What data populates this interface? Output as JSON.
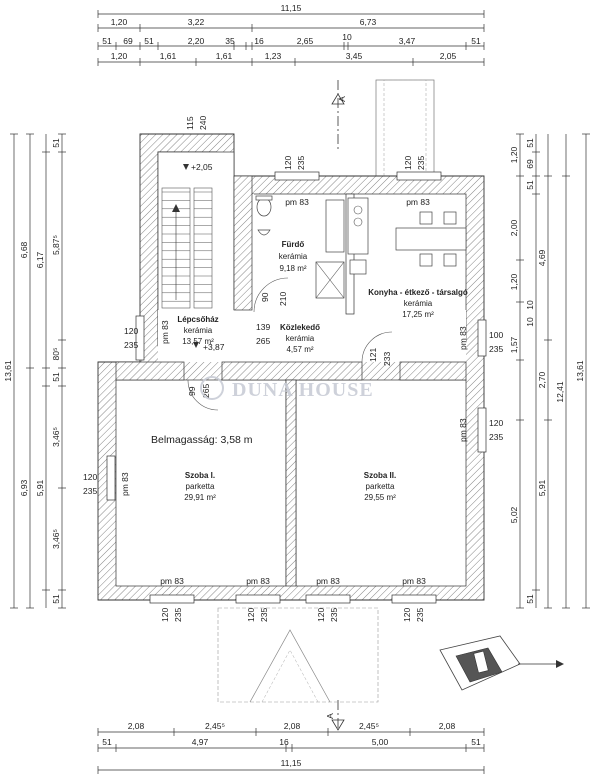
{
  "dims_top": {
    "row1": [
      "11,15"
    ],
    "row2": [
      "1,20",
      "3,22",
      "6,73"
    ],
    "row3": [
      "51",
      "69",
      "51",
      "2,20",
      "35",
      "16",
      "2,65",
      "10",
      "3,47",
      "51"
    ],
    "row4": [
      "1,20",
      "1,61",
      "1,61",
      "1,23",
      "3,45",
      "2,05"
    ]
  },
  "dims_bottom": {
    "row1": [
      "2,08",
      "2,45⁵",
      "2,08",
      "2,45⁵",
      "2,08"
    ],
    "row2": [
      "51",
      "4,97",
      "16",
      "5,00",
      "51"
    ],
    "row3": [
      "11,15"
    ]
  },
  "dims_left": {
    "outer": [
      "13,61"
    ],
    "mid1": [
      "6,68",
      "6,93"
    ],
    "mid2": [
      "6,17",
      "5,91"
    ],
    "inner": [
      "51",
      "5,87⁵",
      "80⁵",
      "51",
      "3,46⁵",
      "3,46⁵",
      "51"
    ]
  },
  "dims_right": {
    "outer": [
      "13,61"
    ],
    "mid1": [
      "12,41"
    ],
    "mid2": [
      "4,69",
      "2,70",
      "5,91"
    ],
    "mid3": [
      "1,20",
      "2,00",
      "1,20",
      "1,57",
      "5,02"
    ],
    "inner": [
      "51",
      "69",
      "51",
      "10",
      "10",
      "51"
    ]
  },
  "openings": {
    "chimney": [
      "115",
      "240"
    ],
    "bath_window": [
      "120",
      "235",
      "pm 83"
    ],
    "kitchen_window": [
      "120",
      "235",
      "pm 83"
    ],
    "stair_left": [
      "120",
      "235",
      "pm 83"
    ],
    "kitchen_right": [
      "100",
      "235",
      "pm 83"
    ],
    "room1_left": [
      "120",
      "235",
      "pm 83"
    ],
    "room2_right": [
      "120",
      "235",
      "pm 83"
    ],
    "bottom1": [
      "120",
      "235",
      "pm 83"
    ],
    "bottom2": [
      "120",
      "235",
      "pm 83"
    ],
    "bottom3": [
      "120",
      "235",
      "pm 83"
    ],
    "bottom4": [
      "120",
      "235",
      "pm 83"
    ],
    "bath_door": [
      "90",
      "210"
    ],
    "hall_door": [
      "139",
      "265"
    ],
    "kitchen_door": [
      "121",
      "233"
    ],
    "room_door": [
      "99",
      "265"
    ]
  },
  "levels": {
    "upper": "+2,05",
    "lower": "+3,87"
  },
  "rooms": {
    "bath": {
      "name": "Fürdő",
      "floor": "kerámia",
      "area": "9,18 m²"
    },
    "kitchen": {
      "name": "Konyha - étkező - társalgó",
      "floor": "kerámia",
      "area": "17,25 m²"
    },
    "stair": {
      "name": "Lépcsőház",
      "floor": "kerámia",
      "area": "13,57 m²"
    },
    "hall": {
      "name": "Közlekedő",
      "floor": "kerámia",
      "area": "4,57 m²"
    },
    "room1": {
      "name": "Szoba I.",
      "floor": "parketta",
      "area": "29,91 m²"
    },
    "room2": {
      "name": "Szoba II.",
      "floor": "parketta",
      "area": "29,55 m²"
    }
  },
  "ceiling_height": "Belmagasság: 3,58 m",
  "section_marks": [
    "A",
    "A"
  ],
  "watermark": "DUNA HOUSE",
  "colors": {
    "wall_hatch": "#555555",
    "watermark": "#c9cdd6",
    "line": "#333333"
  }
}
